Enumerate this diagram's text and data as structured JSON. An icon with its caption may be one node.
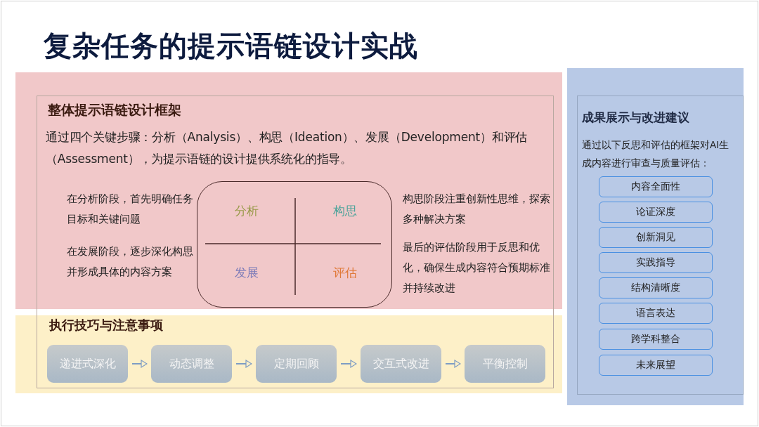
{
  "diagram": {
    "title": "复杂任务的提示语链设计实战",
    "nodes": [
      {
        "text": [
          "整体提示语链设计框架",
          "通过四个关键步骤：分析（Analysis）、构思（Ideation）、发展（Development）和评估（Assessment），为提示语链的设计提供系统化的指导。"
        ]
      },
      {
        "text": [
          "分析",
          "构思",
          "发展",
          "评估"
        ],
        "in": 0,
        "beside": [
          "在分析阶段，首先明确任务目标和关键问题",
          "构思阶段注重创新性思维，探索多种解决方案",
          "在发展阶段，逐步深化构思并形成具体的内容方案",
          "最后的评估阶段用于反思和优化，确保生成内容符合预期标准并持续改进"
        ]
      },
      {
        "text": [
          "执行技巧与注意事项"
        ]
      },
      {
        "text": [
          "递进式深化"
        ],
        "in": 2
      },
      {
        "text": [
          "动态调整"
        ],
        "in": 2
      },
      {
        "text": [
          "定期回顾"
        ],
        "in": 2
      },
      {
        "text": [
          "交互式改进"
        ],
        "in": 2
      },
      {
        "text": [
          "平衡控制"
        ],
        "in": 2
      },
      {
        "text": [
          "成果展示与改进建议",
          "通过以下反思和评估的框架对AI生成内容进行审查与质量评估："
        ]
      },
      {
        "text": [
          "内容全面性"
        ],
        "in": 8
      },
      {
        "text": [
          "论证深度"
        ],
        "in": 8
      },
      {
        "text": [
          "创新洞见"
        ],
        "in": 8
      },
      {
        "text": [
          "实践指导"
        ],
        "in": 8
      },
      {
        "text": [
          "结构清晰度"
        ],
        "in": 8
      },
      {
        "text": [
          "语言表达"
        ],
        "in": 8
      },
      {
        "text": [
          "跨学科整合"
        ],
        "in": 8
      },
      {
        "text": [
          "未来展望"
        ],
        "in": 8
      }
    ],
    "edges": [
      {
        "from": 3,
        "to": 4,
        "arrow": "to"
      },
      {
        "from": 4,
        "to": 5,
        "arrow": "to"
      },
      {
        "from": 5,
        "to": 6,
        "arrow": "to"
      },
      {
        "from": 6,
        "to": 7,
        "arrow": "to"
      }
    ]
  }
}
